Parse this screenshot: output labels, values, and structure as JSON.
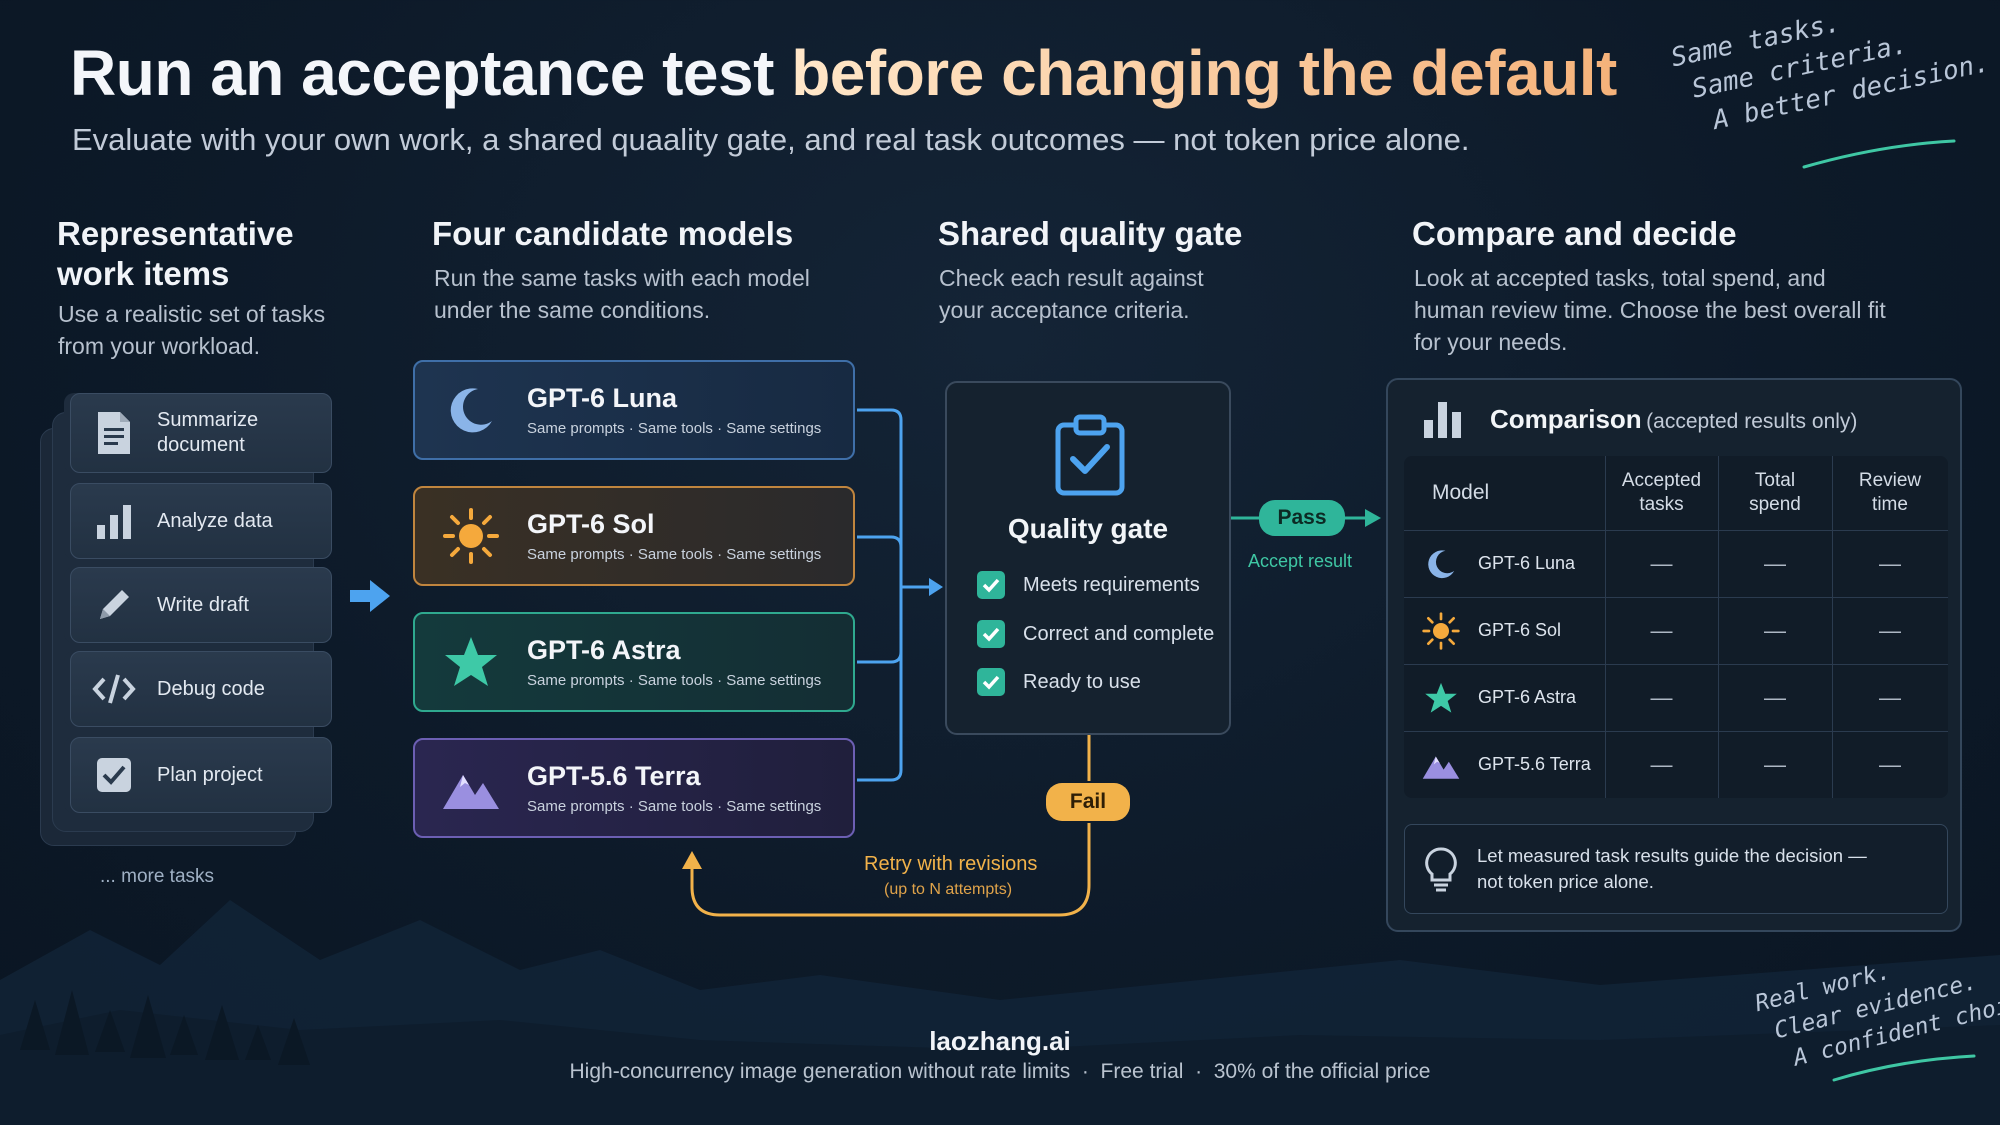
{
  "header": {
    "title_part1": "Run an acceptance test ",
    "title_part2": "before changing the default",
    "subtitle": "Evaluate with your own work, a shared quaality gate, and real task outcomes — not token price alone.",
    "note_top": [
      "Same tasks.",
      "Same criteria.",
      "A better decision."
    ]
  },
  "sections": {
    "work": {
      "title_line1": "Representative",
      "title_line2": "work items",
      "desc_line1": "Use a realistic set of tasks",
      "desc_line2": "from your workload."
    },
    "models": {
      "title": "Four candidate models",
      "desc_line1": "Run the same tasks with each model",
      "desc_line2": "under the same conditions."
    },
    "gate": {
      "title": "Shared quality gate",
      "desc_line1": "Check each result against",
      "desc_line2": "your acceptance criteria."
    },
    "compare": {
      "title": "Compare and decide",
      "desc_line1": "Look at accepted tasks, total spend, and",
      "desc_line2": "human review time. Choose the best overall fit",
      "desc_line3": "for your needs."
    }
  },
  "work_items": [
    {
      "label_line1": "Summarize",
      "label_line2": "document",
      "icon": "document-icon"
    },
    {
      "label_line1": "Analyze data",
      "label_line2": "",
      "icon": "bar-chart-icon"
    },
    {
      "label_line1": "Write draft",
      "label_line2": "",
      "icon": "pencil-icon"
    },
    {
      "label_line1": "Debug code",
      "label_line2": "",
      "icon": "code-icon"
    },
    {
      "label_line1": "Plan project",
      "label_line2": "",
      "icon": "checkbox-icon"
    }
  ],
  "more_tasks": "... more tasks",
  "models": [
    {
      "name": "GPT-6 Luna",
      "sub": "Same prompts · Same tools · Same settings",
      "icon": "moon-icon",
      "color": "#8ab4e8"
    },
    {
      "name": "GPT-6 Sol",
      "sub": "Same prompts · Same tools · Same settings",
      "icon": "sun-icon",
      "color": "#f5a93c"
    },
    {
      "name": "GPT-6 Astra",
      "sub": "Same prompts · Same tools · Same settings",
      "icon": "star-icon",
      "color": "#3ec9a7"
    },
    {
      "name": "GPT-5.6 Terra",
      "sub": "Same prompts · Same tools · Same settings",
      "icon": "mountain-icon",
      "color": "#9a8fe0"
    }
  ],
  "quality_gate": {
    "title": "Quality gate",
    "checks": [
      "Meets requirements",
      "Correct and complete",
      "Ready to use"
    ],
    "pass_label": "Pass",
    "accept_label": "Accept result",
    "fail_label": "Fail",
    "retry_label": "Retry with revisions",
    "retry_sub": "(up to N attempts)"
  },
  "comparison": {
    "title": "Comparison",
    "title_note": "(accepted results only)",
    "columns": [
      {
        "line1": "Model",
        "line2": ""
      },
      {
        "line1": "Accepted",
        "line2": "tasks"
      },
      {
        "line1": "Total",
        "line2": "spend"
      },
      {
        "line1": "Review",
        "line2": "time"
      }
    ],
    "rows": [
      {
        "model": "GPT-6 Luna",
        "accepted": "—",
        "spend": "—",
        "review": "—"
      },
      {
        "model": "GPT-6 Sol",
        "accepted": "—",
        "spend": "—",
        "review": "—"
      },
      {
        "model": "GPT-6 Astra",
        "accepted": "—",
        "spend": "—",
        "review": "—"
      },
      {
        "model": "GPT-5.6 Terra",
        "accepted": "—",
        "spend": "—",
        "review": "—"
      }
    ],
    "tip_line1": "Let measured task results guide the decision —",
    "tip_line2": "not token price alone."
  },
  "note_bottom": [
    "Real work.",
    "Clear evidence.",
    "A confident choice."
  ],
  "footer": {
    "brand": "laozhang.ai",
    "tagline": "High-concurrency image generation without rate limits  ·  Free trial  ·  30% of the official price"
  },
  "colors": {
    "background": "#0d1a29",
    "accent_blue": "#4da3ef",
    "pass_green": "#2fb59a",
    "fail_amber": "#f2b24a"
  }
}
